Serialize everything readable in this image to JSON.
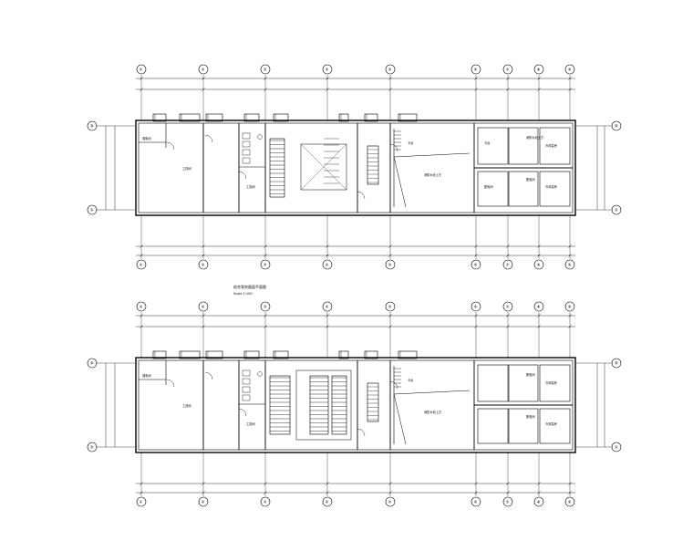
{
  "colors": {
    "line": "#000000",
    "paper": "#ffffff"
  },
  "grid_columns": [
    "①",
    "②",
    "③",
    "④",
    "⑤",
    "⑥",
    "⑦",
    "⑧",
    "⑨"
  ],
  "grid_rows": {
    "top": "Ⓑ",
    "bottom": "Ⓐ"
  },
  "plans": [
    {
      "id": "upper",
      "rooms": [
        {
          "label": "强电间"
        },
        {
          "label": "工具间"
        },
        {
          "label": "工具间"
        },
        {
          "label": "卡台"
        },
        {
          "label": "消防水池上方"
        },
        {
          "label": "卡台"
        },
        {
          "label": "消防水池上方"
        },
        {
          "label": "配电间"
        },
        {
          "label": "冷却泵房"
        },
        {
          "label": "配电间"
        },
        {
          "label": "冷却泵房"
        }
      ]
    },
    {
      "id": "lower",
      "title": "综合泵房屋面平面图",
      "scale": "Scale 1:100",
      "rooms": [
        {
          "label": "强电间"
        },
        {
          "label": "工具间"
        },
        {
          "label": "工具间"
        },
        {
          "label": "卡台"
        },
        {
          "label": "消防水池上方"
        },
        {
          "label": "配电间"
        },
        {
          "label": "冷却泵房"
        },
        {
          "label": "配电间"
        },
        {
          "label": "冷却泵房"
        }
      ]
    }
  ]
}
